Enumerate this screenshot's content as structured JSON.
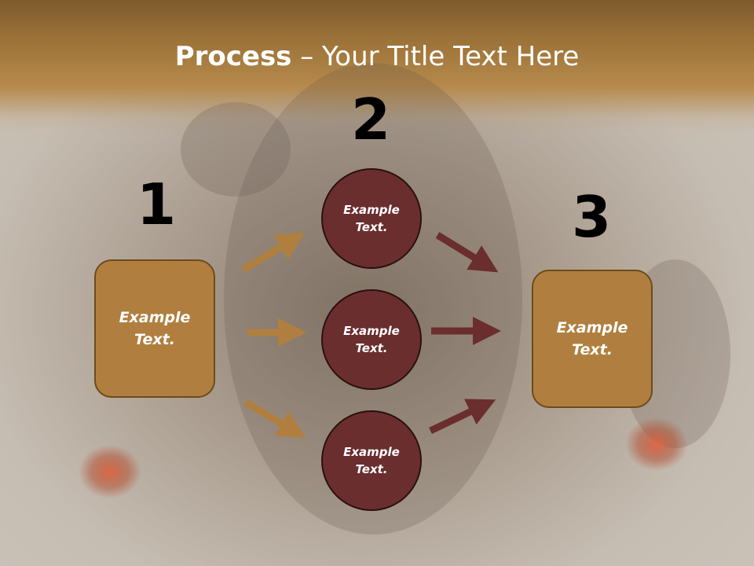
{
  "title": {
    "bold": "Process",
    "rest": " – Your Title Text Here"
  },
  "steps": [
    {
      "number": "1",
      "text": "Example Text."
    },
    {
      "number": "2",
      "items": [
        "Example Text.",
        "Example Text.",
        "Example Text."
      ]
    },
    {
      "number": "3",
      "text": "Example Text."
    }
  ],
  "colors": {
    "box_fill": "#b07f3f",
    "circle_fill": "#6a2e2f",
    "arrow_left": "#b07f3f",
    "arrow_right": "#6a2e2f",
    "title": "#ffffff"
  }
}
